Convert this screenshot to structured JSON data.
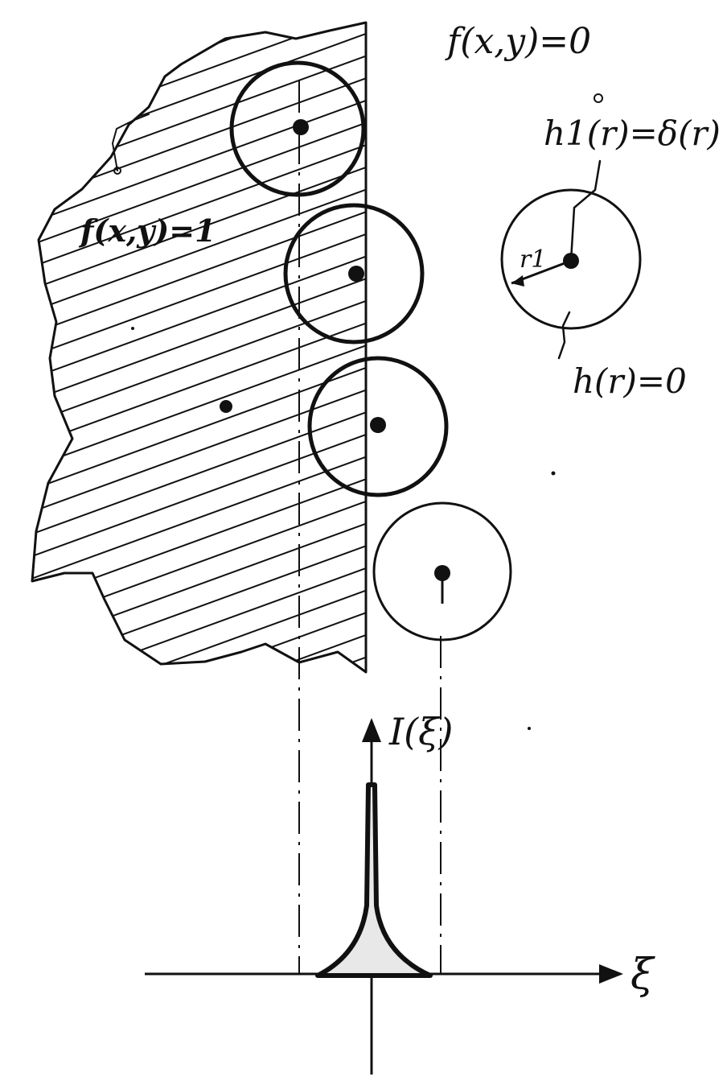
{
  "labels": {
    "object_function": "f(x,y)=1",
    "background_function": "f(x,y)=0",
    "inner_kernel": "h1(r)=δ(r)",
    "radius_label": "r1",
    "outer_kernel": "h(r)=0",
    "response_axis": "I(ξ)",
    "position_axis": "ξ"
  },
  "colors": {
    "ink": "#111111",
    "paper": "#ffffff"
  }
}
